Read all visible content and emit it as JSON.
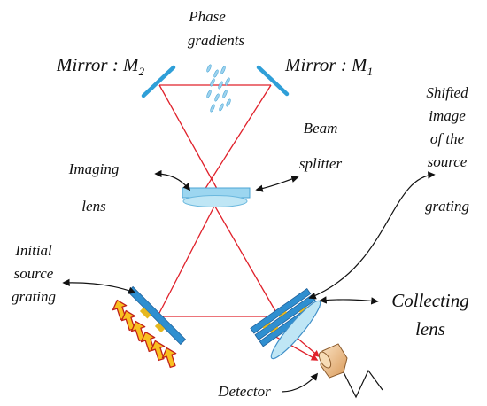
{
  "labels": {
    "phase_line1": "Phase",
    "phase_line2": "gradients",
    "mirror2_prefix": "Mirror : M",
    "mirror2_sub": "2",
    "mirror1_prefix": "Mirror : M",
    "mirror1_sub": "1",
    "beam_line1": "Beam",
    "beam_line2": "splitter",
    "imaging_line1": "Imaging",
    "imaging_line2": "lens",
    "shifted_line1": "Shifted",
    "shifted_line2": "image",
    "shifted_line3": "of the",
    "shifted_line4": "source",
    "shifted_line5": "grating",
    "initial_line1": "Initial",
    "initial_line2": "source",
    "initial_line3": "grating",
    "collecting_line1": "Collecting",
    "collecting_line2": "lens",
    "detector": "Detector"
  },
  "colors": {
    "beam": "#e0202a",
    "mirror": "#2f9fd8",
    "lens": "#bfe6f5",
    "grating_blue": "#2f8fd0",
    "grating_yellow": "#e6b820",
    "arrow_fill": "#f9c020",
    "arrow_stroke": "#c0201a",
    "detector": "#f0c89a"
  }
}
